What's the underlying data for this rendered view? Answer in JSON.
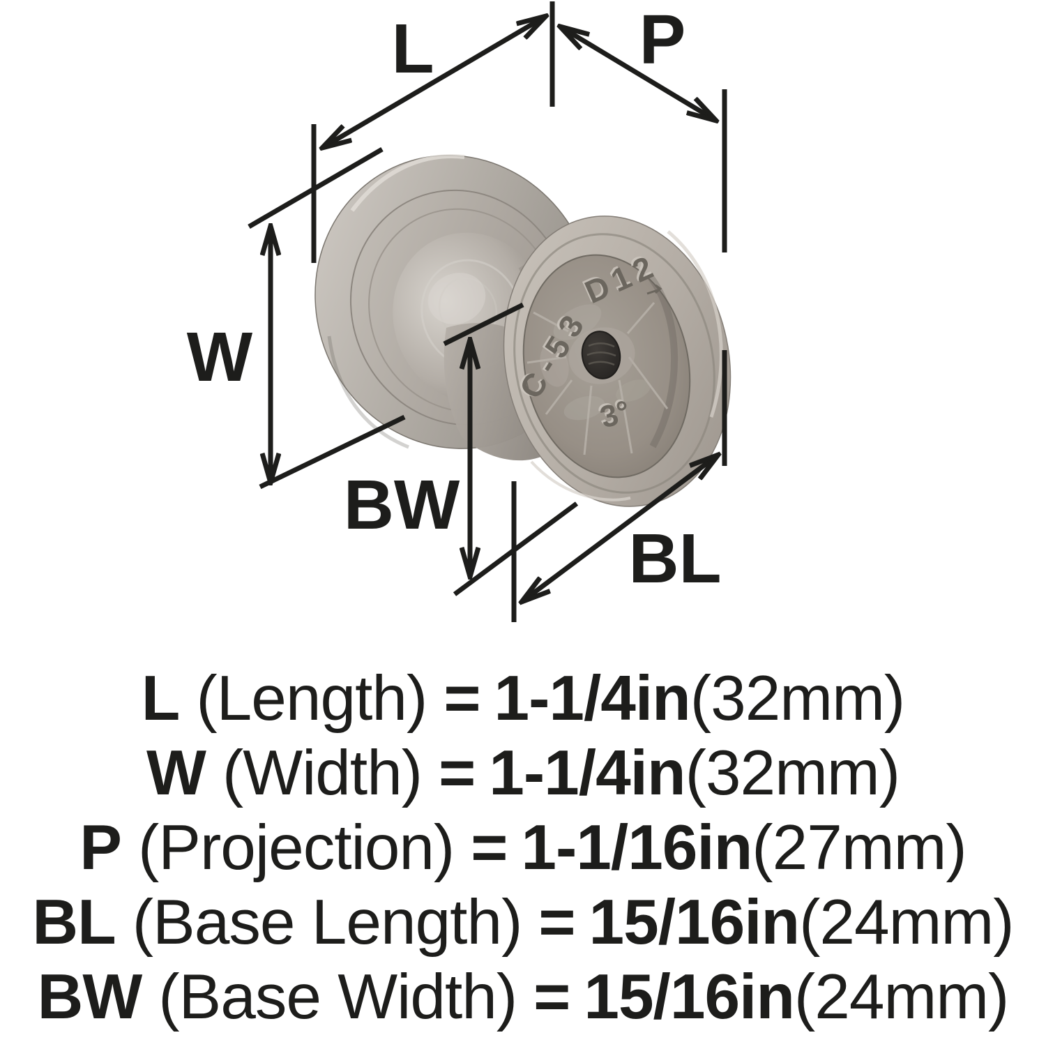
{
  "diagram": {
    "colors": {
      "background": "#ffffff",
      "line": "#1d1d1b",
      "cap_light": "#cdc8c2",
      "cap_mid": "#aca69f",
      "cap_dark": "#8d8781",
      "base_rim": "#c2bbb3",
      "base_face": "#9b948c",
      "screw_hole": "#2b2825"
    },
    "dim_labels": {
      "l": "L",
      "p": "P",
      "w": "W",
      "bw": "BW",
      "bl": "BL"
    },
    "knob": {
      "base_markings": {
        "code1": "C-53",
        "code2": "D12",
        "angle": "3°"
      }
    }
  },
  "spec": {
    "lines": [
      {
        "label": "L",
        "name": "(Length)",
        "equals": "=",
        "imperial": "1-1/4in",
        "metric": "(32mm)"
      },
      {
        "label": "W",
        "name": "(Width)",
        "equals": "=",
        "imperial": "1-1/4in",
        "metric": "(32mm)"
      },
      {
        "label": "P",
        "name": "(Projection)",
        "equals": "=",
        "imperial": "1-1/16in",
        "metric": "(27mm)"
      },
      {
        "label": "BL",
        "name": "(Base Length)",
        "equals": "=",
        "imperial": "15/16in",
        "metric": "(24mm)"
      },
      {
        "label": "BW",
        "name": "(Base Width)",
        "equals": "=",
        "imperial": "15/16in",
        "metric": "(24mm)"
      }
    ]
  }
}
